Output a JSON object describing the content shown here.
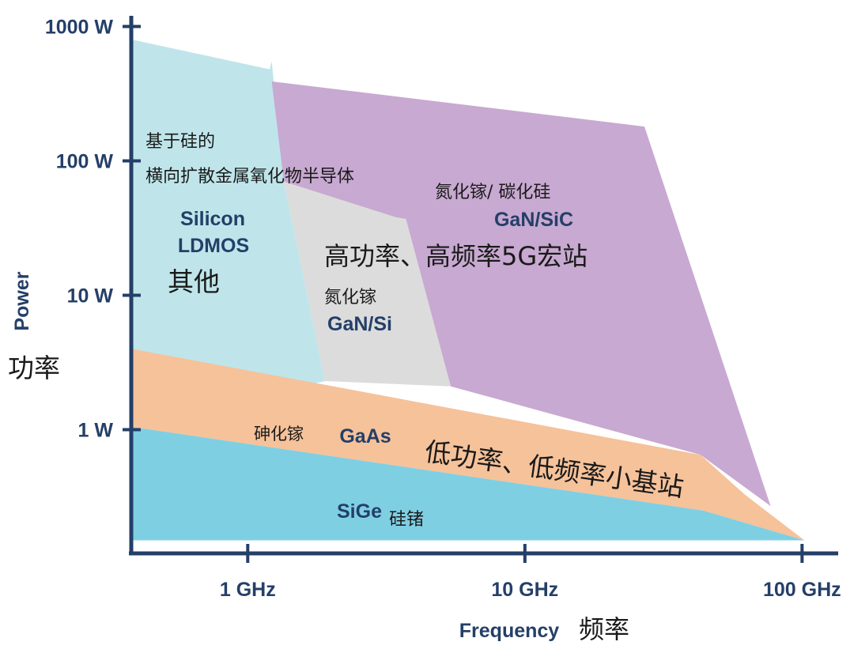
{
  "chart_data": {
    "type": "area",
    "xlabel": "Frequency",
    "xlabel_cn": "频率",
    "ylabel": "Power",
    "ylabel_cn": "功率",
    "x_scale": "log",
    "y_scale": "log",
    "xlim_ghz": [
      0.38,
      135
    ],
    "ylim_w": [
      0.12,
      1200
    ],
    "x_ticks": [
      {
        "value": 1,
        "label": "1 GHz"
      },
      {
        "value": 10,
        "label": "10 GHz"
      },
      {
        "value": 100,
        "label": "100 GHz"
      }
    ],
    "y_ticks": [
      {
        "value": 1,
        "label": "1 W"
      },
      {
        "value": 10,
        "label": "10 W"
      },
      {
        "value": 100,
        "label": "100 W"
      },
      {
        "value": 1000,
        "label": "1000 W"
      }
    ],
    "regions": [
      {
        "id": "ldmos",
        "name": "Silicon LDMOS",
        "color": "#bfe5ea",
        "polygon": [
          [
            0.38,
            800
          ],
          [
            1.2,
            480
          ],
          [
            1.22,
            550
          ],
          [
            1.35,
            70
          ],
          [
            1.9,
            2.3
          ],
          [
            0.38,
            1.05
          ]
        ]
      },
      {
        "id": "gan-sic",
        "name": "GaN/SiC",
        "color": "#c8a9d1",
        "polygon": [
          [
            1.22,
            390
          ],
          [
            27,
            180
          ],
          [
            77,
            0.27
          ],
          [
            43,
            0.65
          ],
          [
            5.4,
            2.1
          ],
          [
            3.72,
            37
          ],
          [
            3.42,
            38
          ],
          [
            1.35,
            70
          ]
        ]
      },
      {
        "id": "gan-si",
        "name": "GaN/Si",
        "color": "#dcdcdc",
        "polygon": [
          [
            1.35,
            70
          ],
          [
            3.42,
            38
          ],
          [
            3.72,
            37
          ],
          [
            5.4,
            2.1
          ],
          [
            1.9,
            2.3
          ]
        ]
      },
      {
        "id": "gaas",
        "name": "GaAs",
        "color": "#f6c29a",
        "polygon": [
          [
            0.38,
            4.0
          ],
          [
            43,
            0.65
          ],
          [
            62,
            0.33
          ],
          [
            102,
            0.15
          ],
          [
            44,
            0.25
          ],
          [
            0.38,
            1.05
          ]
        ]
      },
      {
        "id": "sige",
        "name": "SiGe",
        "color": "#7fcfe3",
        "polygon": [
          [
            0.38,
            1.05
          ],
          [
            44,
            0.25
          ],
          [
            102,
            0.15
          ],
          [
            0.38,
            0.15
          ]
        ]
      }
    ],
    "labels": {
      "ldmos_cn_1": "基于硅的",
      "ldmos_cn_2": "横向扩散金属氧化物半导体",
      "ldmos_en_1": "Silicon",
      "ldmos_en_2": "LDMOS",
      "ldmos_other": "其他",
      "gansic_cn": "氮化镓/ 碳化硅",
      "gansic_en": "GaN/SiC",
      "high_power": "高功率、高频率5G宏站",
      "gansi_cn": "氮化镓",
      "gansi_en": "GaN/Si",
      "gaas_cn": "砷化镓",
      "gaas_en": "GaAs",
      "low_power": "低功率、低频率小基站",
      "sige_en": "SiGe",
      "sige_cn": "硅锗"
    }
  }
}
